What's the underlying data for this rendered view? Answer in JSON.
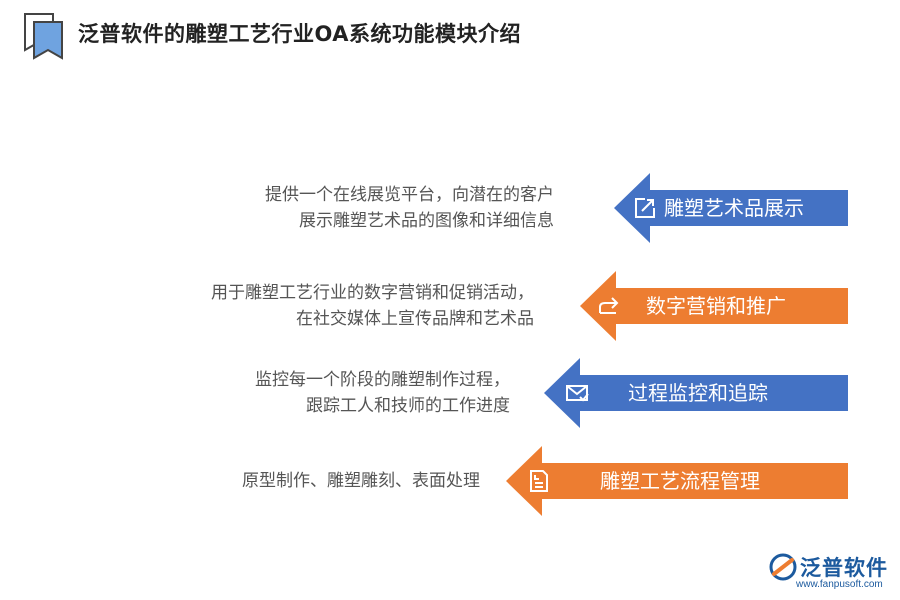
{
  "header": {
    "title": "泛普软件的雕塑工艺行业OA系统功能模块介绍",
    "icon": "bookmark-icon"
  },
  "colors": {
    "blue": "#4472c4",
    "orange": "#ed7d31",
    "text": "#555555",
    "brand": "#1c5a9e"
  },
  "modules": [
    {
      "label": "雕塑艺术品展示",
      "color": "blue",
      "icon": "edit-icon",
      "description": [
        "提供一个在线展览平台，向潜在的客户",
        "展示雕塑艺术品的图像和详细信息"
      ]
    },
    {
      "label": "数字营销和推广",
      "color": "orange",
      "icon": "share-icon",
      "description": [
        "用于雕塑工艺行业的数字营销和促销活动，",
        "在社交媒体上宣传品牌和艺术品"
      ]
    },
    {
      "label": "过程监控和追踪",
      "color": "blue",
      "icon": "mail-icon",
      "description": [
        "监控每一个阶段的雕塑制作过程，",
        "跟踪工人和技师的工作进度"
      ]
    },
    {
      "label": "雕塑工艺流程管理",
      "color": "orange",
      "icon": "document-icon",
      "description": [
        "原型制作、雕塑雕刻、表面处理"
      ]
    }
  ],
  "logo": {
    "name": "泛普软件",
    "url": "www.fanpusoft.com"
  }
}
